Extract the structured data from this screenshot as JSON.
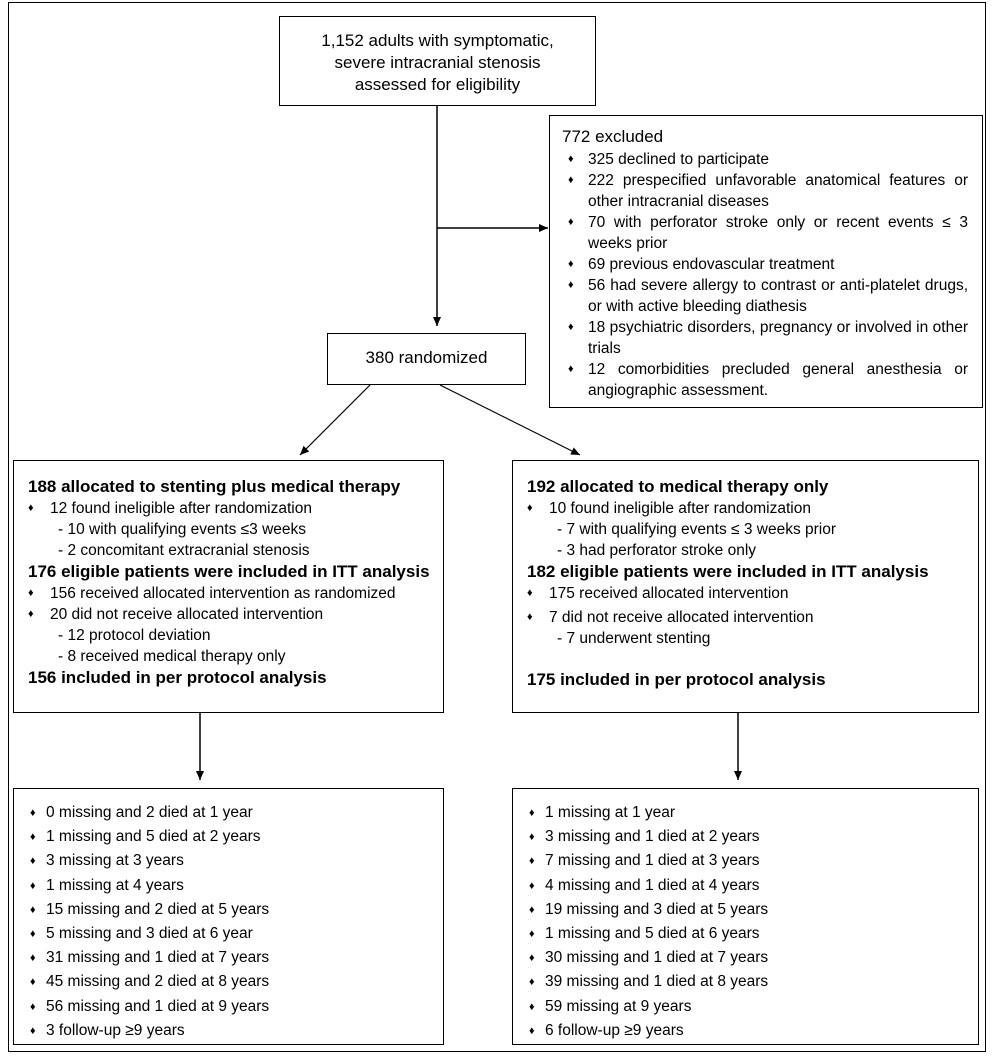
{
  "assessed": {
    "lines": [
      "1,152 adults with symptomatic,",
      "severe intracranial stenosis",
      "assessed for eligibility"
    ]
  },
  "excluded": {
    "title": "772 excluded",
    "bullet": "♦",
    "items": [
      "325 declined to participate",
      "222 prespecified unfavorable anatomical features or other intracranial diseases",
      "70 with perforator stroke only or recent events ≤ 3 weeks prior",
      "69 previous endovascular treatment",
      "56 had severe allergy to contrast or anti-platelet drugs, or with active bleeding diathesis",
      "18 psychiatric disorders, pregnancy or involved in other trials",
      "12 comorbidities precluded general anesthesia or angiographic assessment."
    ]
  },
  "randomized": {
    "label": "380 randomized"
  },
  "left_arm": {
    "allocated": "188 allocated to stenting plus medical therapy",
    "ineligible": "12 found ineligible after randomization",
    "ineligible_sub": [
      "- 10 with qualifying events ≤3 weeks",
      "- 2 concomitant extracranial stenosis"
    ],
    "itt": "176 eligible patients were included in ITT analysis",
    "received": "156 received allocated intervention as randomized",
    "not_received": "20 did not receive allocated intervention",
    "not_received_sub": [
      "- 12 protocol deviation",
      "- 8 received medical therapy only"
    ],
    "per_protocol": "156 included in per protocol analysis",
    "followup": [
      "0 missing and 2 died at 1 year",
      "1 missing and 5 died at 2 years",
      "3 missing at 3 years",
      "1 missing at 4 years",
      "15 missing and 2 died at 5 years",
      "5 missing and 3 died at 6 year",
      "31 missing and 1 died at 7 years",
      "45 missing and 2 died at 8 years",
      "56 missing and 1 died at 9 years",
      "3 follow-up ≥9 years"
    ]
  },
  "right_arm": {
    "allocated": "192 allocated to medical therapy only",
    "ineligible": "10 found ineligible after randomization",
    "ineligible_sub": [
      "- 7 with qualifying events ≤ 3 weeks prior",
      "- 3 had perforator stroke only"
    ],
    "itt": "182 eligible patients were included in ITT analysis",
    "received": "175 received allocated intervention",
    "not_received": "7 did not receive allocated intervention",
    "not_received_sub": [
      "- 7 underwent stenting"
    ],
    "per_protocol": "175 included in per protocol analysis",
    "followup": [
      "1 missing at 1 year",
      "3 missing and 1 died at 2 years",
      "7 missing and 1 died at 3 years",
      "4 missing and 1 died at 4 years",
      "19 missing and 3 died at 5 years",
      "1 missing and 5 died at 6 years",
      "30 missing and 1 died at 7 years",
      "39 missing and 1 died at 8 years",
      "59 missing at 9 years",
      "6 follow-up ≥9 years"
    ]
  }
}
